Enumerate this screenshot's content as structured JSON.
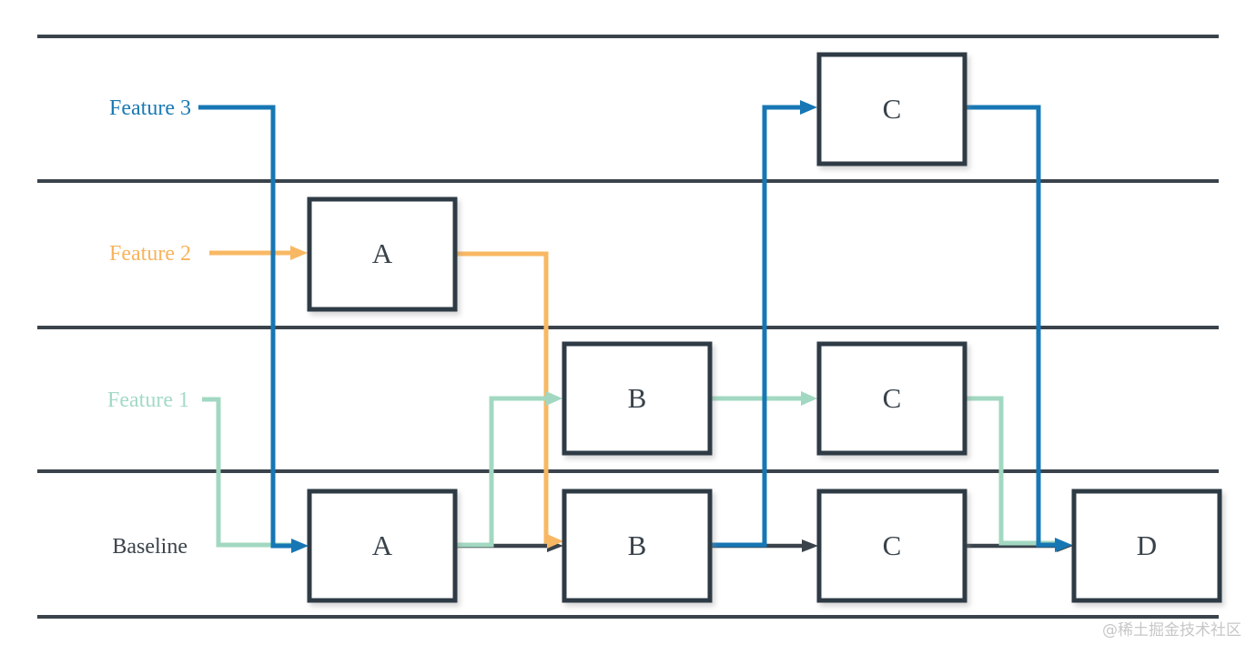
{
  "diagram": {
    "title_semantics": "feature-branch-lane-diagram",
    "lanes": [
      {
        "label": "Feature 3",
        "color": "#1b79b3"
      },
      {
        "label": "Feature 2",
        "color": "#f8b35c"
      },
      {
        "label": "Feature 1",
        "color": "#a3dac6"
      },
      {
        "label": "Baseline",
        "color": "#39424a"
      }
    ],
    "nodes": {
      "feature3_c": "C",
      "feature2_a": "A",
      "feature1_b": "B",
      "feature1_c": "C",
      "baseline_a": "A",
      "baseline_b": "B",
      "baseline_c": "C",
      "baseline_d": "D"
    },
    "colors": {
      "blue": "#1777b4",
      "orange": "#f8b863",
      "green": "#a2d8c2",
      "dark": "#3a434b",
      "box_border": "#2f3a44",
      "watermark": "#c7c7c7"
    },
    "watermark": "@稀土掘金技术社区"
  }
}
